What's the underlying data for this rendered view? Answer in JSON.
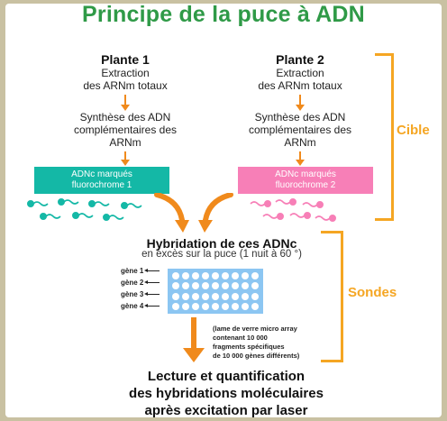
{
  "title": "Principe de la puce à ADN",
  "plant1": {
    "name": "Plante 1",
    "extraction": [
      "Extraction",
      "des ARNm totaux"
    ],
    "synthesis": [
      "Synthèse des ADN",
      "complémentaires des",
      "ARNm"
    ],
    "box": [
      "ADNc marqués",
      "fluorochrome 1"
    ],
    "color": "#14b8a6"
  },
  "plant2": {
    "name": "Plante 2",
    "extraction": [
      "Extraction",
      "des ARNm totaux"
    ],
    "synthesis": [
      "Synthèse des ADN",
      "complémentaires des",
      "ARNm"
    ],
    "box": [
      "ADNc marqués",
      "fluorochrome 2"
    ],
    "color": "#f77fb7"
  },
  "labels": {
    "cible": "Cible",
    "sondes": "Sondes"
  },
  "hybridation": {
    "title": "Hybridation de ces ADNc",
    "subtitle": "en excès sur la puce (1 nuit à 60 °)"
  },
  "genes": [
    "gène 1",
    "gène 2",
    "gène 3",
    "gène 4"
  ],
  "note": [
    "(lame de verre micro array",
    "contenant 10 000",
    "fragments spécifiques",
    "de 10 000 gènes différents)"
  ],
  "final": [
    "Lecture et quantification",
    "des  hybridations moléculaires",
    "après excitation par laser"
  ],
  "colors": {
    "title": "#2f9a47",
    "accent": "#f5a623",
    "arrow": "#f08a1c",
    "chip": "#8cc6f2"
  }
}
